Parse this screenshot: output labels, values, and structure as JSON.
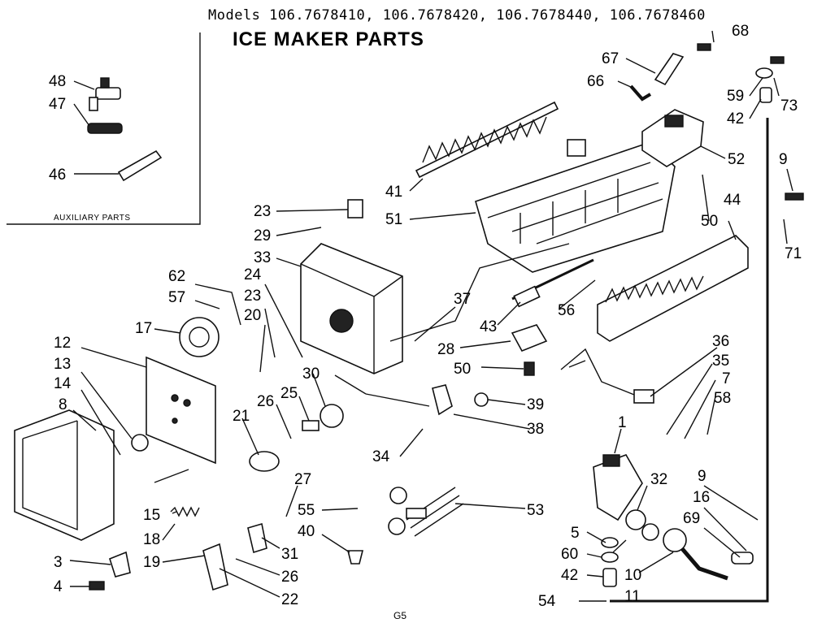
{
  "header": {
    "models_line": "Models 106.7678410, 106.7678420, 106.7678440, 106.7678460",
    "title": "ICE MAKER PARTS",
    "auxiliary_label": "AUXILIARY PARTS",
    "page_code": "G5"
  },
  "callouts": [
    "48",
    "47",
    "46",
    "68",
    "67",
    "66",
    "59",
    "73",
    "42",
    "41",
    "51",
    "52",
    "9",
    "23",
    "29",
    "33",
    "50",
    "44",
    "71",
    "24",
    "62",
    "57",
    "23",
    "20",
    "37",
    "17",
    "12",
    "13",
    "14",
    "8",
    "30",
    "25",
    "26",
    "21",
    "28",
    "50",
    "43",
    "56",
    "36",
    "35",
    "7",
    "58",
    "39",
    "38",
    "34",
    "1",
    "32",
    "9",
    "16",
    "69",
    "27",
    "55",
    "53",
    "40",
    "31",
    "5",
    "60",
    "42",
    "10",
    "15",
    "18",
    "19",
    "3",
    "4",
    "26",
    "22",
    "11",
    "54"
  ],
  "colors": {
    "ink": "#111111",
    "paper": "#ffffff"
  }
}
